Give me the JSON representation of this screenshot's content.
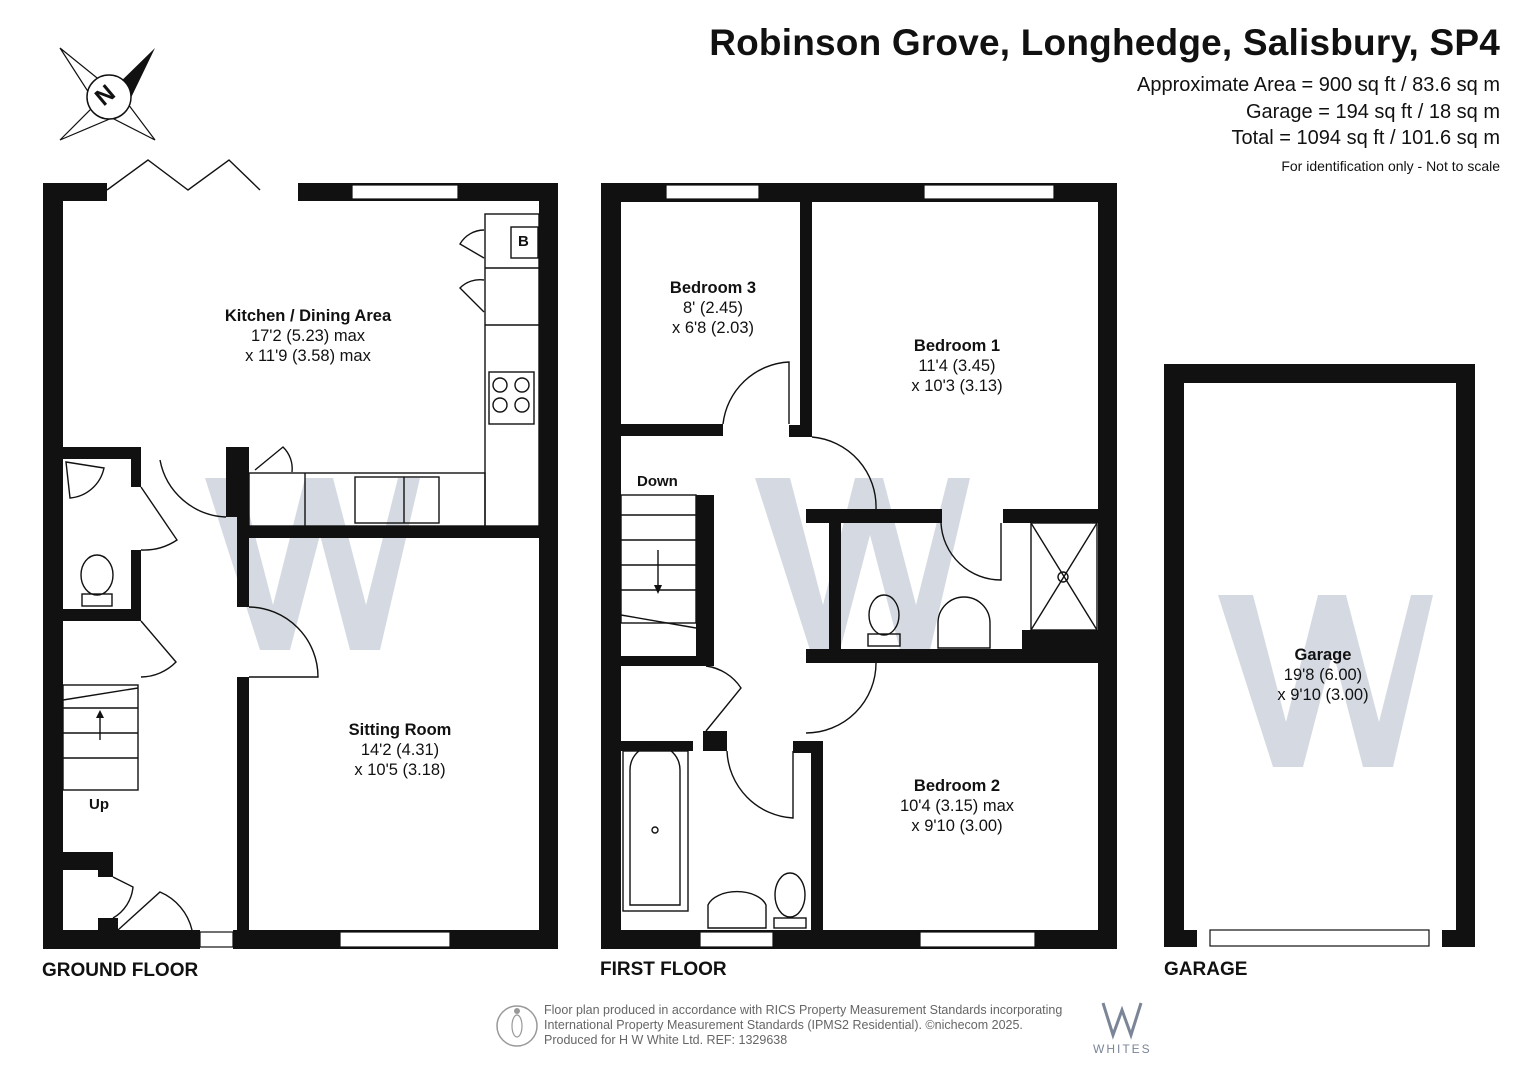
{
  "header": {
    "title": "Robinson Grove, Longhedge, Salisbury, SP4",
    "approx_area": "Approximate Area = 900 sq ft / 83.6 sq m",
    "garage_area": "Garage = 194 sq ft / 18 sq m",
    "total_area": "Total = 1094 sq ft / 101.6 sq m",
    "note": "For identification only - Not to scale"
  },
  "compass": {
    "label": "N"
  },
  "rooms": {
    "kitchen": {
      "name": "Kitchen / Dining Area",
      "dim1": "17'2 (5.23) max",
      "dim2": "x 11'9 (3.58) max"
    },
    "sitting": {
      "name": "Sitting Room",
      "dim1": "14'2 (4.31)",
      "dim2": "x 10'5 (3.18)"
    },
    "bedroom3": {
      "name": "Bedroom 3",
      "dim1": "8' (2.45)",
      "dim2": "x 6'8 (2.03)"
    },
    "bedroom1": {
      "name": "Bedroom 1",
      "dim1": "11'4 (3.45)",
      "dim2": "x 10'3 (3.13)"
    },
    "bedroom2": {
      "name": "Bedroom 2",
      "dim1": "10'4 (3.15) max",
      "dim2": "x 9'10 (3.00)"
    },
    "garage": {
      "name": "Garage",
      "dim1": "19'8 (6.00)",
      "dim2": "x 9'10 (3.00)"
    }
  },
  "labels": {
    "boiler": "B",
    "stairs_up": "Up",
    "stairs_down": "Down"
  },
  "floors": {
    "ground": "GROUND FLOOR",
    "first": "FIRST FLOOR",
    "garage": "GARAGE"
  },
  "footer": {
    "line1": "Floor plan produced in accordance with RICS Property Measurement Standards incorporating",
    "line2": "International Property Measurement Standards (IPMS2 Residential).  ©nichecom 2025.",
    "line3": "Produced for H W White Ltd.   REF:  1329638",
    "brand": "WHITES"
  },
  "colors": {
    "wall": "#111111",
    "watermark": "#c7ced8",
    "brand": "#7a8597"
  }
}
